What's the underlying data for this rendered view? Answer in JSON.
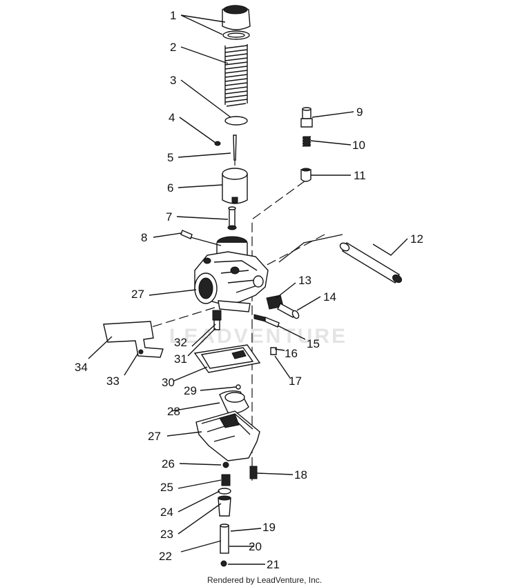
{
  "watermark": "LEADVENTURE",
  "footer": "Rendered by LeadVenture, Inc.",
  "callouts": [
    "1",
    "2",
    "3",
    "4",
    "5",
    "6",
    "7",
    "8",
    "9",
    "10",
    "11",
    "12",
    "13",
    "14",
    "15",
    "16",
    "17",
    "18",
    "19",
    "20",
    "21",
    "22",
    "23",
    "24",
    "25",
    "26",
    "27",
    "27",
    "28",
    "29",
    "30",
    "31",
    "32",
    "33",
    "34"
  ]
}
